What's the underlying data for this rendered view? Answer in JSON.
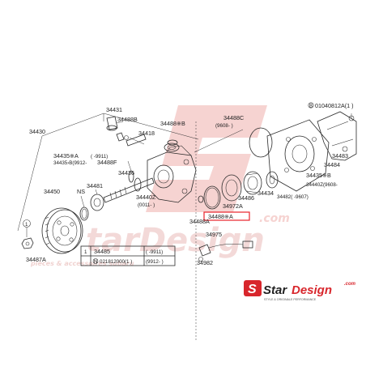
{
  "diagram": {
    "labels": {
      "p34430": "34430",
      "p34431": "34431",
      "p34488B_top": "34488B",
      "p34418": "34418",
      "p34488xB": "34488※B",
      "p34435A": "34435※A",
      "p34435A_range": "( -9911)",
      "p34435B": "34435›B(9912-",
      "p34488F": "34488F",
      "p34436": "34436",
      "p34450": "34450",
      "pNS": "NS",
      "p34481": "34481",
      "p34440Z": "34440Z",
      "p34440Z_range": "(0011-  )",
      "p34488C": "34488C",
      "p34488C_range": "(9608-  )",
      "p34483": "34483",
      "p34484": "34484",
      "p34435xB": "34435※B",
      "p34440Z_r": "34440Z(9608-",
      "p34482": "34482( -9607)",
      "p34434": "34434",
      "p34972A": "34972A",
      "p34488A_highlight": "34488※A",
      "p34486": "34486",
      "p34488A": "34488A",
      "p34975": "34975",
      "p34982": "34982",
      "p34487A": "34487A",
      "circled_one": "1",
      "bolt_ref": "01040812A(1 )",
      "bolt_ref_prefix": "B"
    },
    "table": {
      "r1_part": "34485",
      "r1_range": "(    -9911)",
      "r2_part": "021812000(1 )",
      "r2_prefix": "N",
      "r2_range": "(9912-    )",
      "circled": "1"
    },
    "colors": {
      "highlight": "#e8222a",
      "watermark": "#f6d3d1",
      "brand_red": "#d8262c",
      "ink": "#2a2a2a"
    }
  },
  "brand": {
    "logo_mark": "S",
    "name_a": "Star",
    "name_b": "Design",
    "com": ".com",
    "tagline": "STYLE & ORIGINALE PERFORMANCE"
  },
  "watermark": {
    "domain": ".com",
    "word": "tarDesign",
    "tagline": "pièces & accessoires subaru"
  }
}
